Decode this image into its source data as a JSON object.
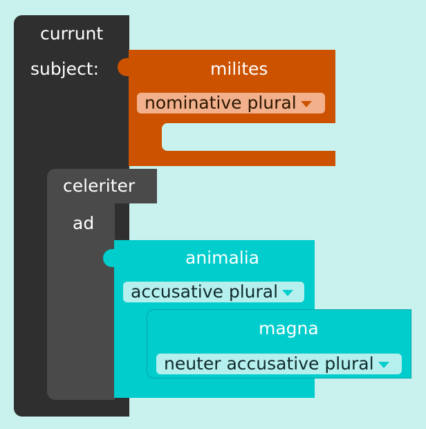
{
  "verb": {
    "word": "currunt",
    "subject_label": "subject:"
  },
  "subject": {
    "word": "milites",
    "case_value": "nominative plural",
    "color": "#cc5200",
    "dropdown_bg": "#f2b08c"
  },
  "adverb": {
    "word": "celeriter"
  },
  "preposition": {
    "word": "ad"
  },
  "object": {
    "word": "animalia",
    "case_value": "accusative plural",
    "color": "#00cdcc",
    "dropdown_bg": "#b5efee"
  },
  "adjective": {
    "word": "magna",
    "case_value": "neuter accusative plural"
  },
  "colors": {
    "background": "#c9f1ee",
    "verb_block": "#2f2f2f",
    "adverb_block": "#4a4a4a",
    "dropdown_arrow_orange": "#cc5200",
    "dropdown_arrow_cyan": "#00cdcc"
  }
}
